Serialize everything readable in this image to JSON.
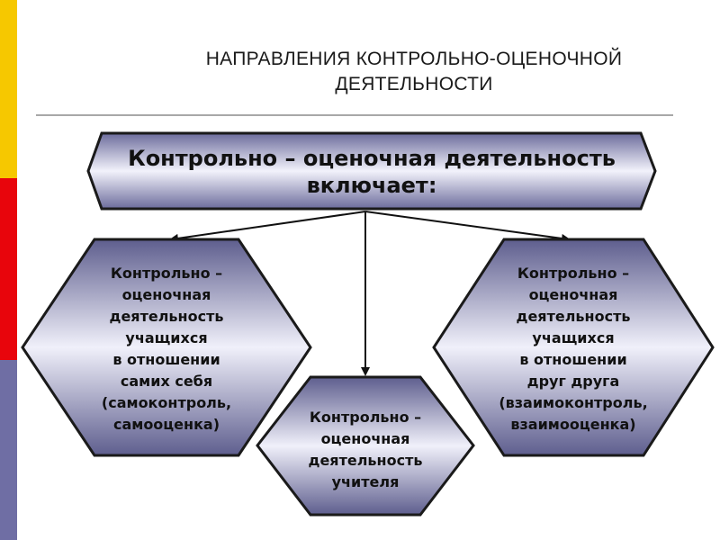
{
  "title": {
    "line1": "НАПРАВЛЕНИЯ КОНТРОЛЬНО-ОЦЕНОЧНОЙ",
    "line2": "ДЕЯТЕЛЬНОСТИ"
  },
  "top_node": {
    "line1": "Контрольно – оценочная деятельность",
    "line2": "включает:"
  },
  "left_node": {
    "lines": [
      "Контрольно –",
      "оценочная",
      "деятельность",
      "учащихся",
      "в отношении",
      "самих себя",
      "(самоконтроль,",
      "самооценка)"
    ]
  },
  "right_node": {
    "lines": [
      "Контрольно –",
      "оценочная",
      "деятельность",
      "учащихся",
      "в отношении",
      "друг друга",
      "(взаимоконтроль,",
      "взаимооценка)"
    ]
  },
  "bottom_node": {
    "lines": [
      "Контрольно –",
      "оценочная",
      "деятельность",
      "учителя"
    ]
  },
  "colors": {
    "bar_yellow": "#f6c800",
    "bar_red": "#e8050c",
    "bar_blue": "#6f6ea4",
    "node_light": "#eeeef8",
    "node_dark": "#6a6a9a",
    "node_stroke": "#1a1a1a"
  }
}
